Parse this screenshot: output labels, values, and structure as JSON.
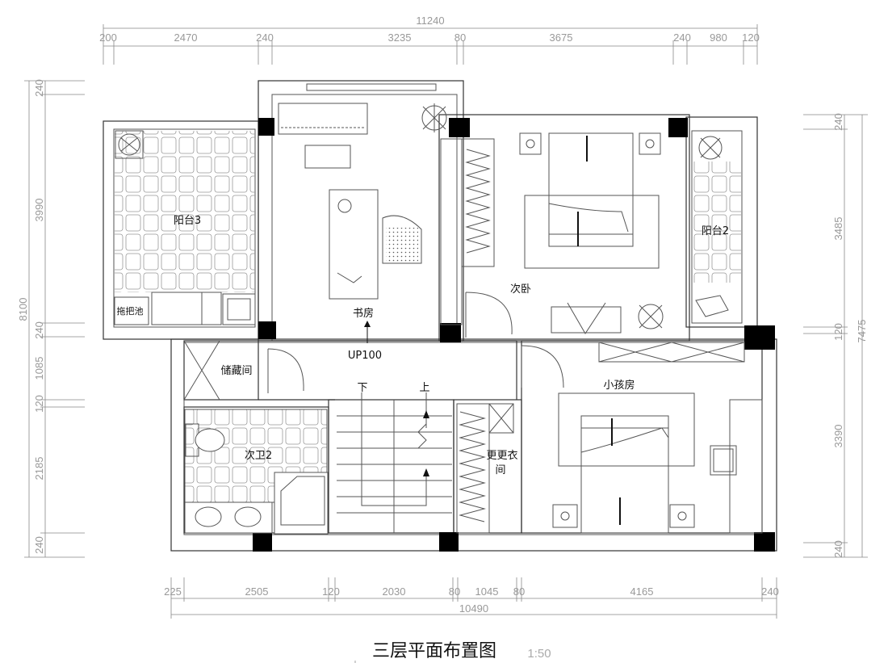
{
  "title": "三层平面布置图",
  "scale": "1:50",
  "rooms": {
    "balcony3": "阳台3",
    "mop_sink": "拖把池",
    "study": "书房",
    "up100": "UP100",
    "bedroom2": "次卧",
    "balcony2": "阳台2",
    "storage": "储藏间",
    "down": "下",
    "up": "上",
    "kids_room": "小孩房",
    "bath2": "次卫2",
    "dressing_1": "更更衣",
    "dressing_2": "间"
  },
  "dims_top": {
    "total": "11240",
    "segments": [
      "200",
      "2470",
      "240",
      "3235",
      "80",
      "3675",
      "240",
      "980",
      "120"
    ]
  },
  "dims_bottom": {
    "total": "10490",
    "segments": [
      "225",
      "2505",
      "120",
      "2030",
      "80",
      "1045",
      "80",
      "4165",
      "240"
    ]
  },
  "dims_left": {
    "total": "8100",
    "segments": [
      "240",
      "3990",
      "240",
      "1085",
      "120",
      "2185",
      "240"
    ]
  },
  "dims_right": {
    "total": "7475",
    "segments": [
      "240",
      "3485",
      "120",
      "3390",
      "240"
    ]
  }
}
